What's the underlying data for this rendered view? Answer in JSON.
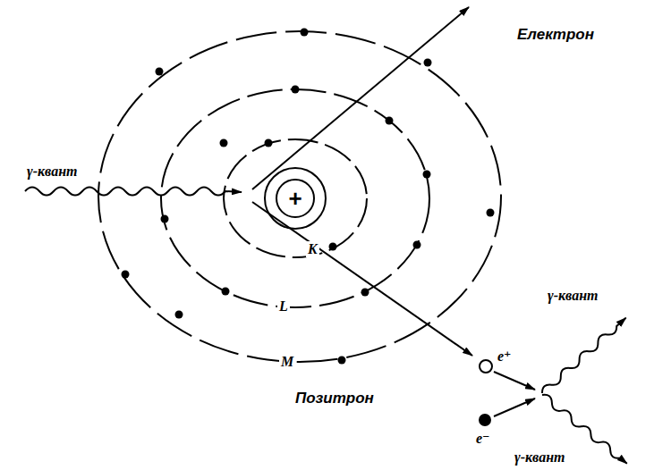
{
  "diagram": {
    "nodes": [
      {
        "text": [
          "+"
        ]
      }
    ],
    "labels": [
      "γ-квант",
      "Електрон",
      "K",
      "L",
      "M",
      "Позитрон",
      "e⁺",
      "e⁻",
      "γ-квант",
      "γ-квант"
    ]
  }
}
